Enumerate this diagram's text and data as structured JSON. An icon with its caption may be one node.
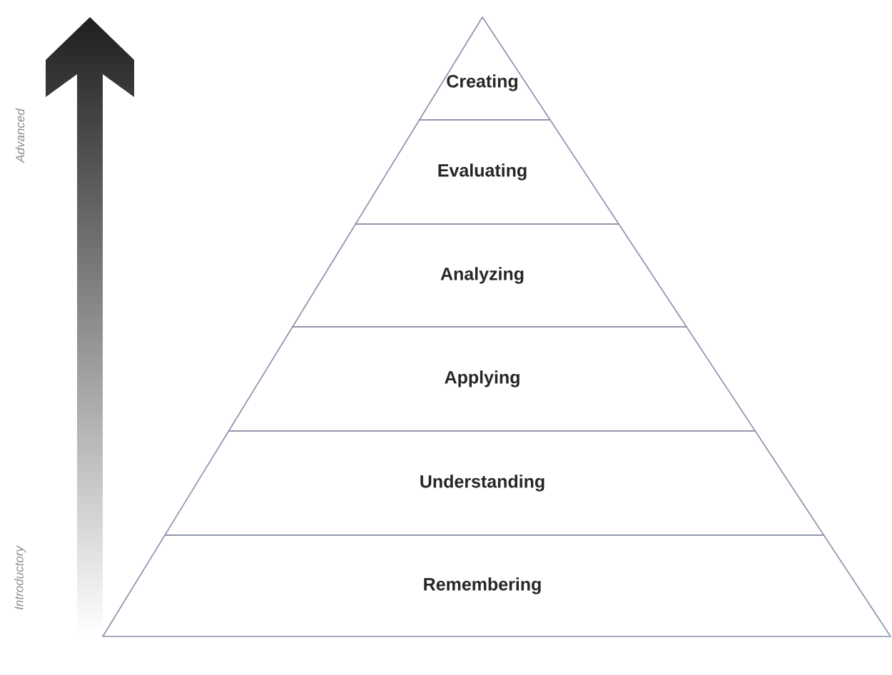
{
  "diagram": {
    "nodes": [
      {
        "text": [
          "Creating"
        ]
      },
      {
        "text": [
          "Evaluating"
        ]
      },
      {
        "text": [
          "Analyzing"
        ]
      },
      {
        "text": [
          "Applying"
        ]
      },
      {
        "text": [
          "Understanding"
        ]
      },
      {
        "text": [
          "Remembering"
        ]
      }
    ],
    "labels": [
      "Advanced",
      "Introductory"
    ]
  }
}
